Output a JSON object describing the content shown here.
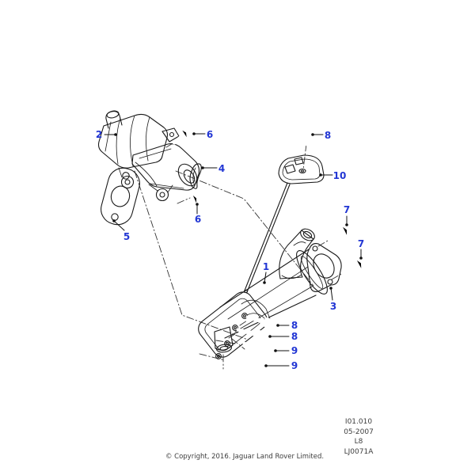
{
  "diagram_type": "exploded-parts-diagram",
  "callouts": [
    {
      "label": "2"
    },
    {
      "label": "6"
    },
    {
      "label": "4"
    },
    {
      "label": "6"
    },
    {
      "label": "5"
    },
    {
      "label": "1"
    },
    {
      "label": "8"
    },
    {
      "label": "10"
    },
    {
      "label": "7"
    },
    {
      "label": "7"
    },
    {
      "label": "3"
    },
    {
      "label": "8"
    },
    {
      "label": "8"
    },
    {
      "label": "9"
    },
    {
      "label": "9"
    }
  ],
  "info_block": {
    "lines": [
      "I01.010",
      "05-2007",
      "L8",
      "LJ0071A"
    ]
  },
  "footer": {
    "copyright": "© Copyright, 2016. Jaguar Land Rover Limited."
  },
  "colors": {
    "callout_blue": "#2236d4",
    "line": "#1a1a1a",
    "background": "#ffffff"
  }
}
